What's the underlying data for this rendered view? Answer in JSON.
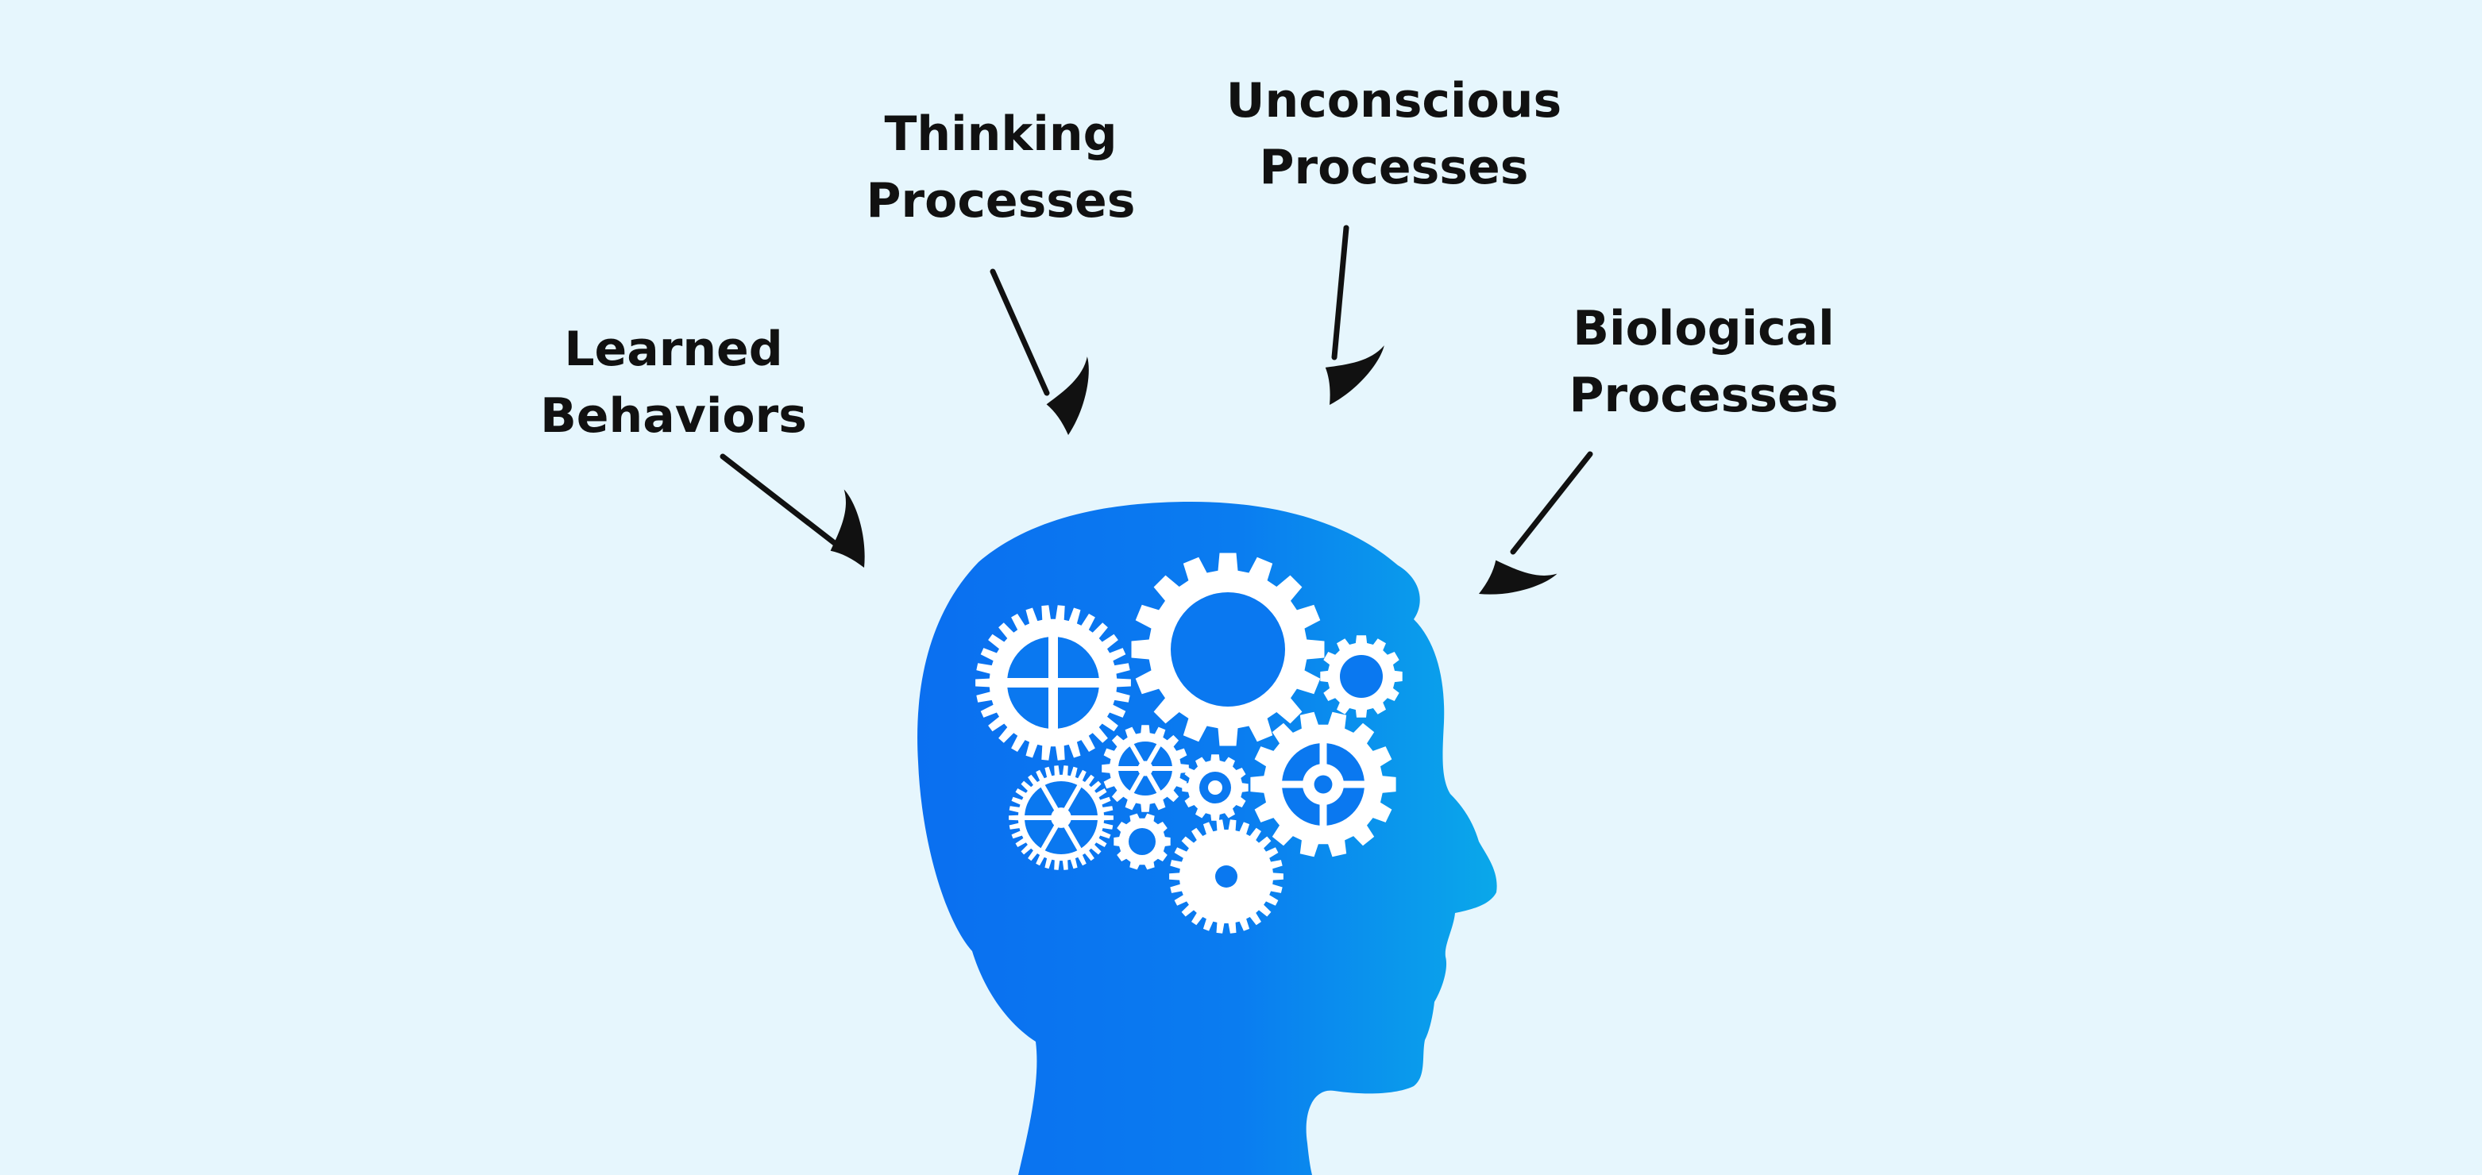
{
  "labels": {
    "learned": {
      "line1": "Learned",
      "line2": "Behaviors"
    },
    "thinking": {
      "line1": "Thinking",
      "line2": "Processes"
    },
    "unconscious": {
      "line1": "Unconscious",
      "line2": "Processes"
    },
    "biological": {
      "line1": "Biological",
      "line2": "Processes"
    }
  },
  "colors": {
    "background": "#e6f6fd",
    "head_gradient_start": "#0a6ff0",
    "head_gradient_end": "#0aa8ea",
    "gear": "#ffffff",
    "text_and_arrows": "#111111"
  },
  "icons": {
    "head": "head-profile-silhouette",
    "gears": "gear-icon"
  }
}
